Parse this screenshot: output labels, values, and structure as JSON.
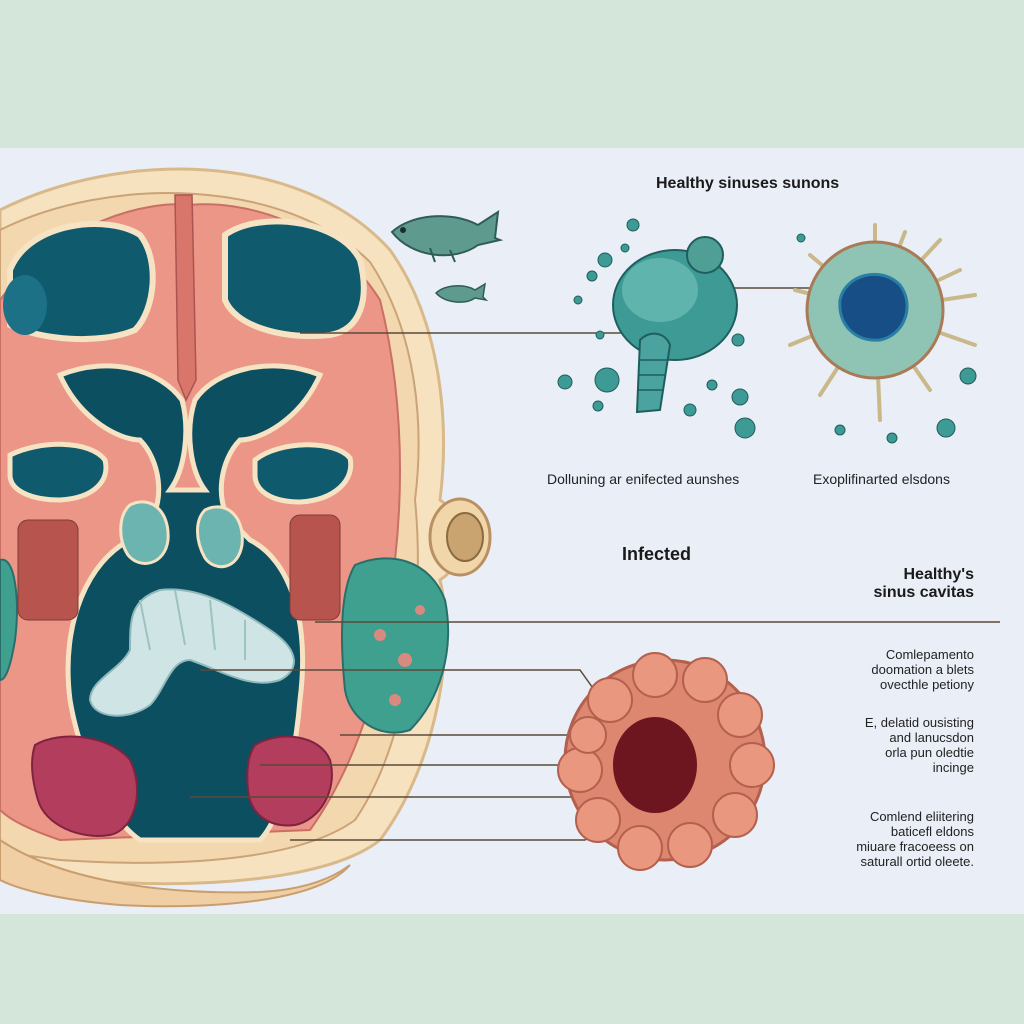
{
  "labels": {
    "title": "Healthy sinuses sunons",
    "caption_left": "Dolluning ar enifected aunshes",
    "caption_right": "Exoplifinarted elsdons",
    "infected": "Infected",
    "healthy_cavity": [
      "Healthy's",
      "sinus cavitas"
    ],
    "note_1": [
      "Comlepamento",
      "doomation a blets",
      "ovecthle petiony"
    ],
    "note_2": [
      "E, delatid ousisting",
      "and lanucsdon",
      "orla pun oledtie",
      "incinge"
    ],
    "note_3": [
      "Comlend eliitering",
      "baticefl eldons",
      "miuare fracoeess on",
      "saturall ortid oleete."
    ]
  },
  "colors": {
    "background_band": "#d3e6d9",
    "panel": "#e9eef7",
    "bone": "#f3dcb6",
    "tissue_pink": "#e98a7f",
    "cavity_teal": "#0e5a6b",
    "infected_tissue": "#d97a66",
    "microbe_teal": "#3e9a95"
  },
  "icons": [
    "fish-icon",
    "small-fish-icon",
    "bacterium-icon",
    "virus-icon",
    "spore-icon"
  ]
}
